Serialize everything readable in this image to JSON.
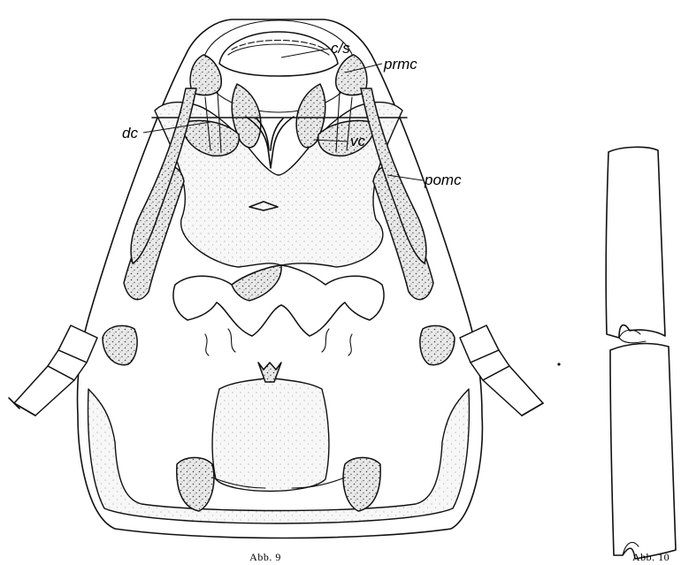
{
  "labels": {
    "cls": "c/s",
    "prmc": "prmc",
    "dc": "dc",
    "vc": "vc",
    "pomc": "pomc"
  },
  "captions": {
    "fig9": "Abb. 9",
    "fig10": "Abb. 10"
  }
}
